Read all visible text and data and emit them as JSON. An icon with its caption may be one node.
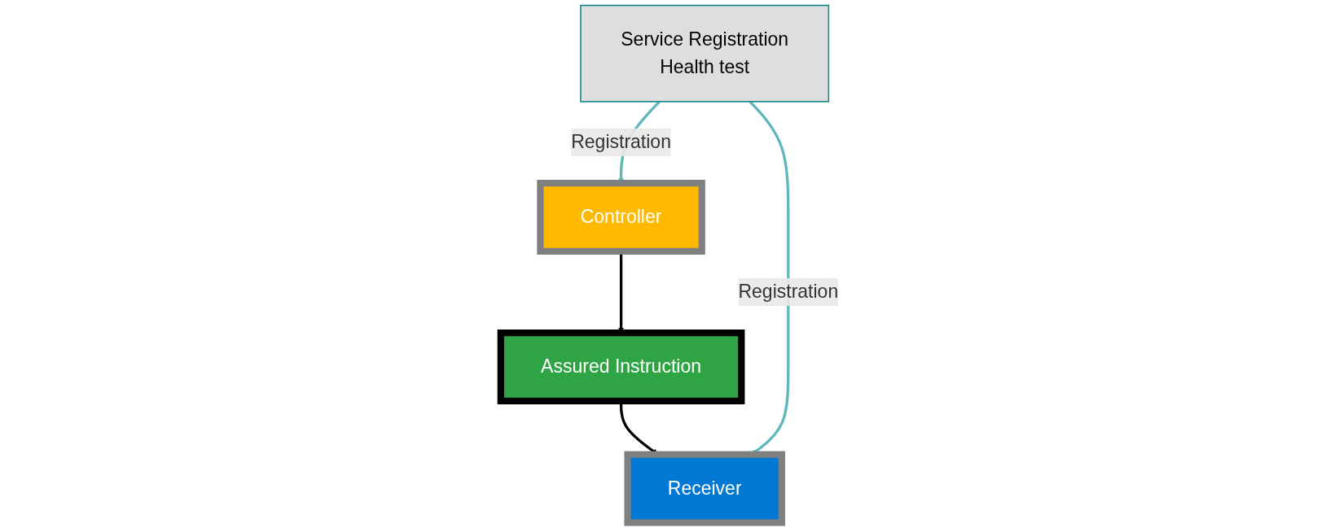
{
  "diagram": {
    "nodes": [
      {
        "text": [
          "Service Registration",
          "Health test"
        ]
      },
      {
        "text": [
          "Controller"
        ]
      },
      {
        "text": [
          "Assured Instruction"
        ]
      },
      {
        "text": [
          "Receiver"
        ]
      }
    ],
    "edges": [
      {
        "from": 0,
        "to": 1,
        "arrow": "to",
        "label": "Registration",
        "color": "#5fb6bb"
      },
      {
        "from": 1,
        "to": 2,
        "arrow": "to",
        "color": "#000000"
      },
      {
        "from": 2,
        "to": 3,
        "arrow": "to",
        "color": "#000000"
      },
      {
        "from": 0,
        "to": 3,
        "arrow": "to",
        "label": "Registration",
        "color": "#5fb6bb"
      }
    ]
  }
}
